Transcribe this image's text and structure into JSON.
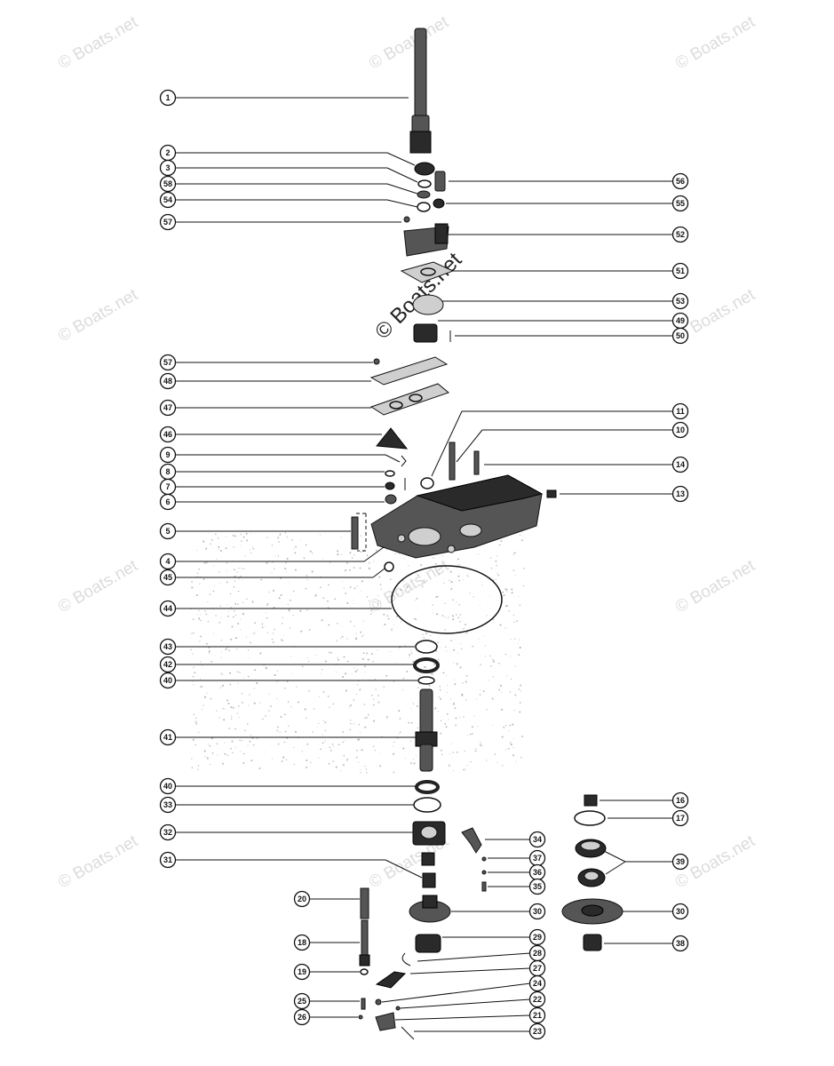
{
  "watermark": {
    "text": "© Boats.net"
  },
  "callouts": [
    {
      "id": "c1",
      "label": "1"
    },
    {
      "id": "c2",
      "label": "2"
    },
    {
      "id": "c3",
      "label": "3"
    },
    {
      "id": "c58",
      "label": "58"
    },
    {
      "id": "c54",
      "label": "54"
    },
    {
      "id": "c57a",
      "label": "57"
    },
    {
      "id": "c56",
      "label": "56"
    },
    {
      "id": "c55",
      "label": "55"
    },
    {
      "id": "c52",
      "label": "52"
    },
    {
      "id": "c51",
      "label": "51"
    },
    {
      "id": "c53",
      "label": "53"
    },
    {
      "id": "c49",
      "label": "49"
    },
    {
      "id": "c50",
      "label": "50"
    },
    {
      "id": "c57b",
      "label": "57"
    },
    {
      "id": "c48",
      "label": "48"
    },
    {
      "id": "c47",
      "label": "47"
    },
    {
      "id": "c46",
      "label": "46"
    },
    {
      "id": "c9",
      "label": "9"
    },
    {
      "id": "c8",
      "label": "8"
    },
    {
      "id": "c7",
      "label": "7"
    },
    {
      "id": "c6",
      "label": "6"
    },
    {
      "id": "c5",
      "label": "5"
    },
    {
      "id": "c4",
      "label": "4"
    },
    {
      "id": "c45",
      "label": "45"
    },
    {
      "id": "c44",
      "label": "44"
    },
    {
      "id": "c43",
      "label": "43"
    },
    {
      "id": "c42",
      "label": "42"
    },
    {
      "id": "c40a",
      "label": "40"
    },
    {
      "id": "c41",
      "label": "41"
    },
    {
      "id": "c40b",
      "label": "40"
    },
    {
      "id": "c33",
      "label": "33"
    },
    {
      "id": "c32",
      "label": "32"
    },
    {
      "id": "c31",
      "label": "31"
    },
    {
      "id": "c20",
      "label": "20"
    },
    {
      "id": "c18",
      "label": "18"
    },
    {
      "id": "c19",
      "label": "19"
    },
    {
      "id": "c25",
      "label": "25"
    },
    {
      "id": "c26",
      "label": "26"
    },
    {
      "id": "c11",
      "label": "11"
    },
    {
      "id": "c10",
      "label": "10"
    },
    {
      "id": "c14",
      "label": "14"
    },
    {
      "id": "c13",
      "label": "13"
    },
    {
      "id": "c16",
      "label": "16"
    },
    {
      "id": "c17",
      "label": "17"
    },
    {
      "id": "c39",
      "label": "39"
    },
    {
      "id": "c30r",
      "label": "30"
    },
    {
      "id": "c38",
      "label": "38"
    },
    {
      "id": "c34",
      "label": "34"
    },
    {
      "id": "c37",
      "label": "37"
    },
    {
      "id": "c36",
      "label": "36"
    },
    {
      "id": "c35",
      "label": "35"
    },
    {
      "id": "c30",
      "label": "30"
    },
    {
      "id": "c29",
      "label": "29"
    },
    {
      "id": "c28",
      "label": "28"
    },
    {
      "id": "c27",
      "label": "27"
    },
    {
      "id": "c24",
      "label": "24"
    },
    {
      "id": "c22",
      "label": "22"
    },
    {
      "id": "c21",
      "label": "21"
    },
    {
      "id": "c23",
      "label": "23"
    }
  ]
}
